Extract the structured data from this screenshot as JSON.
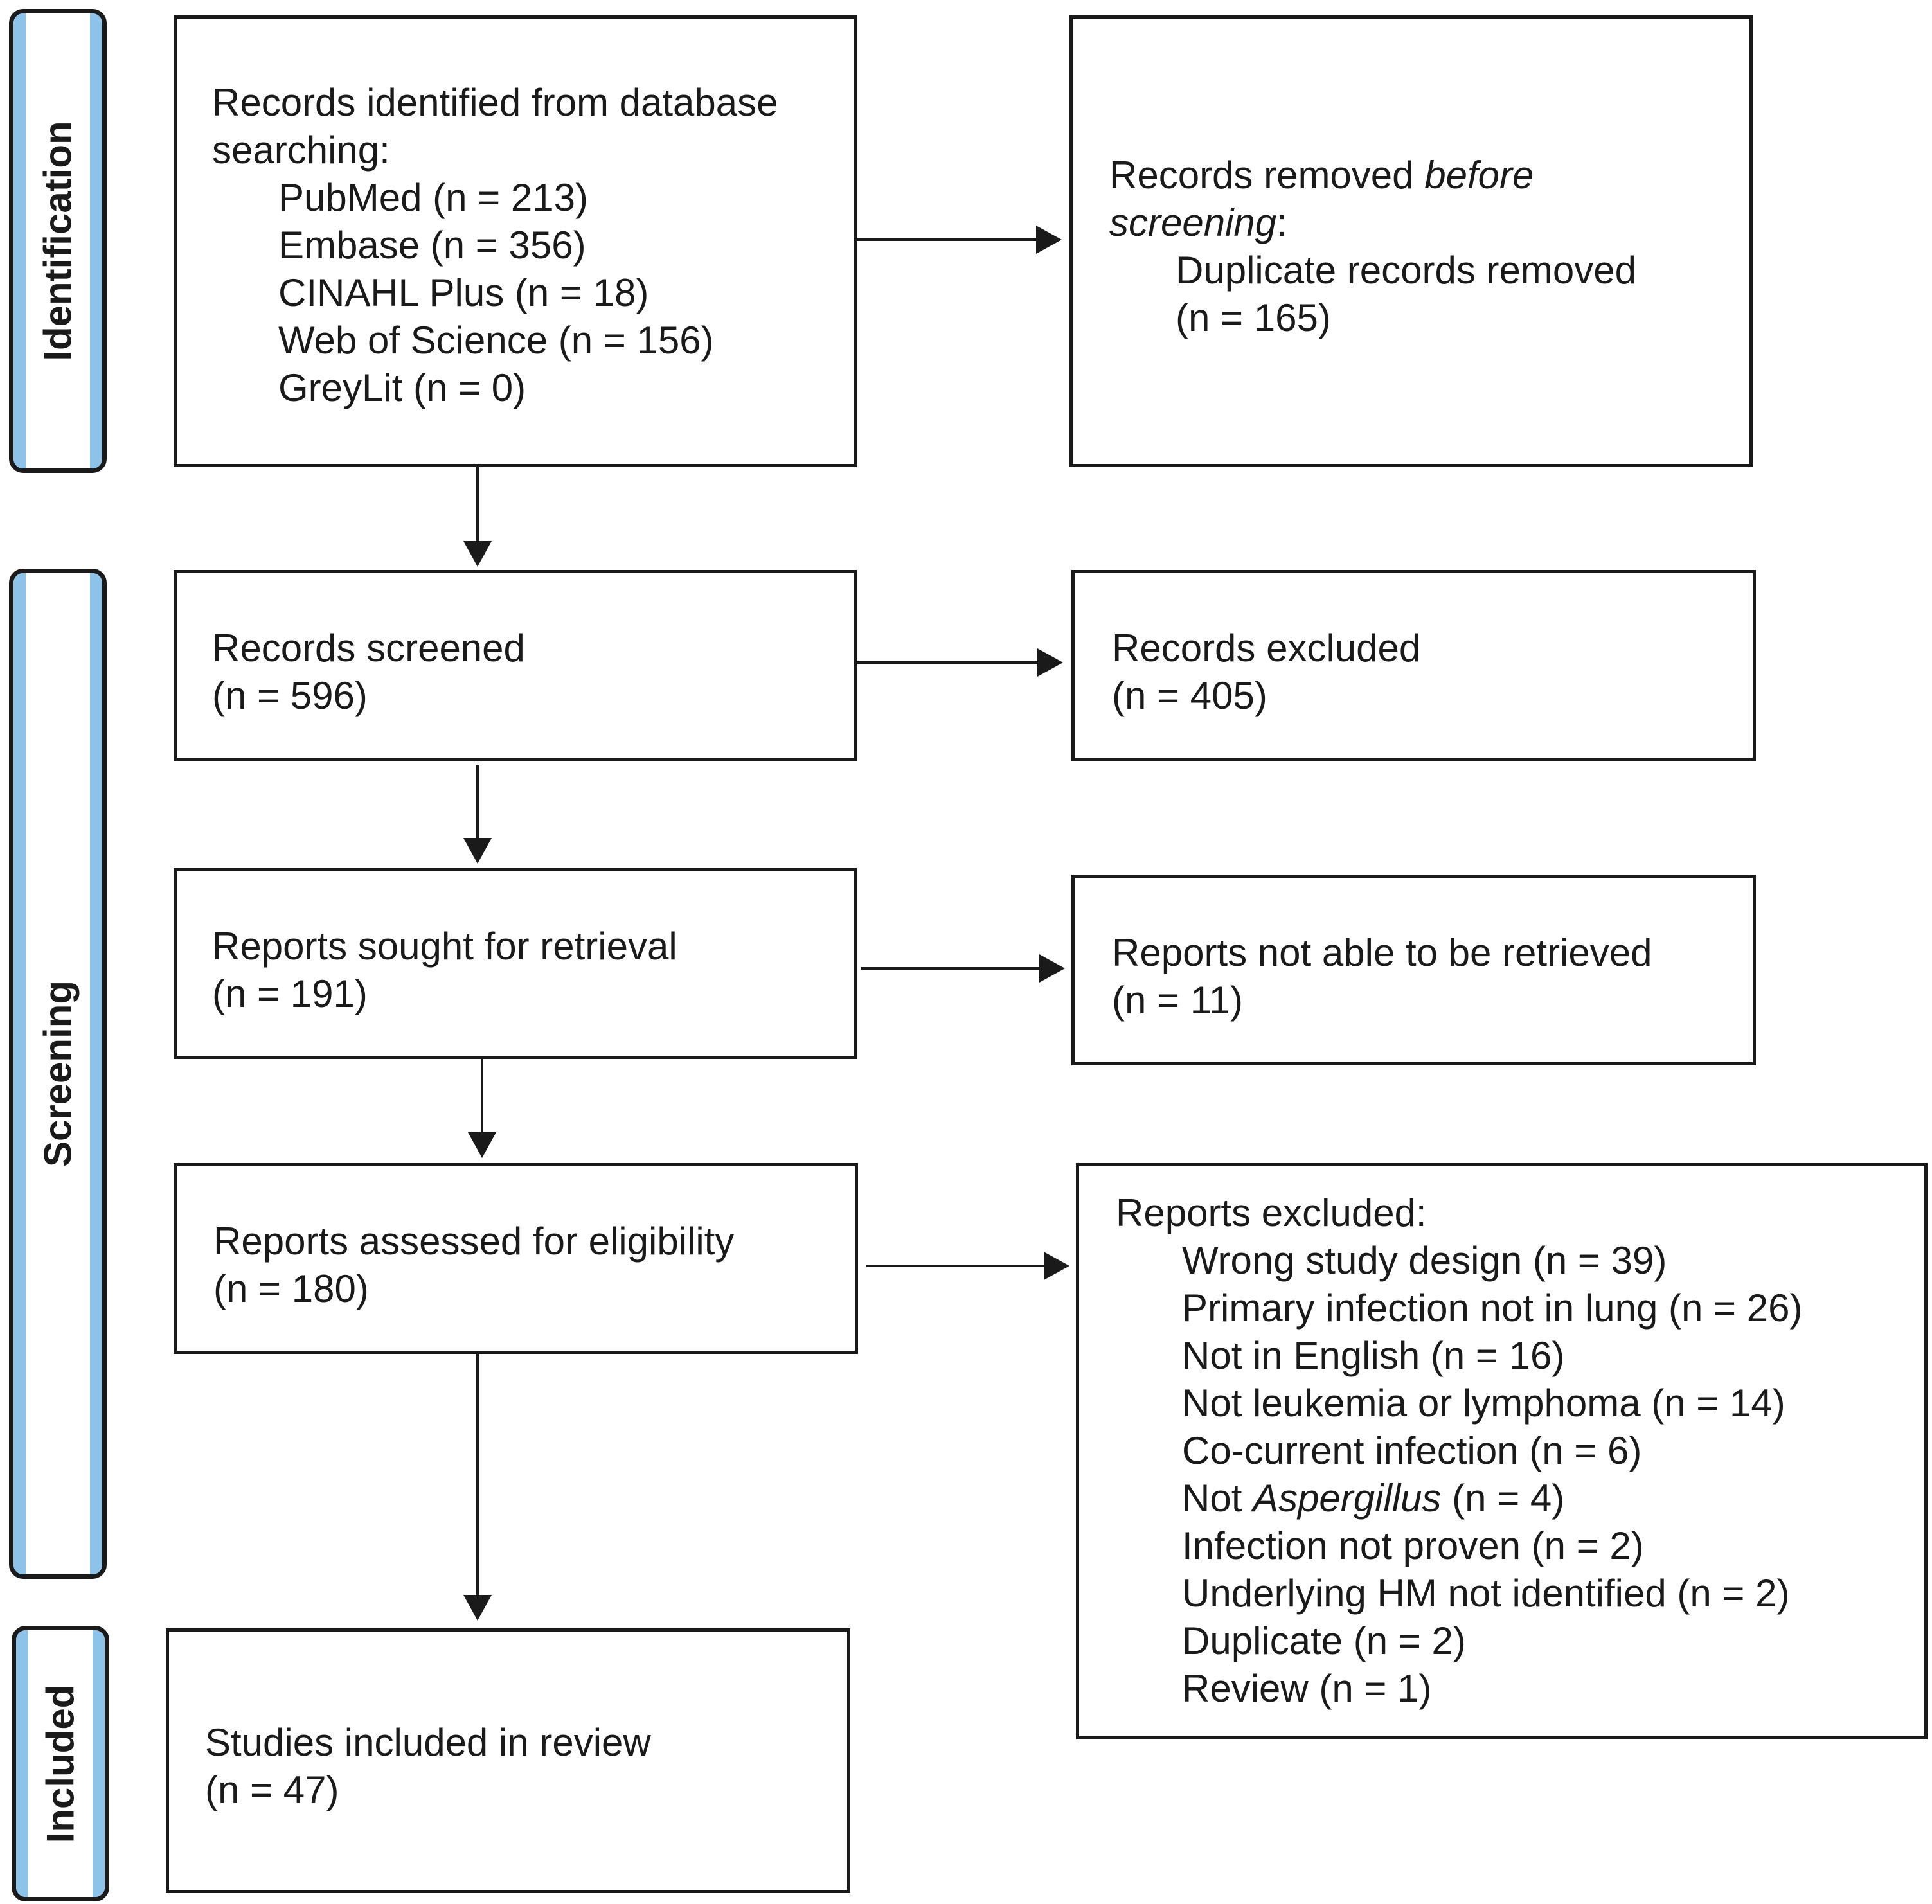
{
  "phases": {
    "identification": "Identification",
    "screening": "Screening",
    "included": "Included"
  },
  "identification": {
    "heading": "Records identified from database",
    "heading2": "searching:",
    "sources": [
      "PubMed (n = 213)",
      "Embase (n = 356)",
      "CINAHL Plus (n = 18)",
      "Web of Science (n = 156)",
      "GreyLit (n = 0)"
    ]
  },
  "removed": {
    "prefix": "Records removed ",
    "italic1": "before",
    "italic2": "screening",
    "colon": ":",
    "item": "Duplicate records removed",
    "count": "(n = 165)"
  },
  "screened": {
    "label": "Records screened",
    "count": "(n = 596)"
  },
  "excluded_records": {
    "label": "Records excluded",
    "count": "(n = 405)"
  },
  "sought": {
    "label": "Reports sought for retrieval",
    "count": "(n = 191)"
  },
  "not_retrieved": {
    "label": "Reports not able to be retrieved",
    "count": "(n = 11)"
  },
  "assessed": {
    "label": "Reports assessed for eligibility",
    "count": "(n = 180)"
  },
  "reports_excluded": {
    "heading": "Reports excluded:",
    "reasons": [
      "Wrong study design (n = 39)",
      "Primary infection not in lung (n = 26)",
      "Not in English (n = 16)",
      "Not leukemia or lymphoma (n = 14)",
      "Co-current infection (n = 6)",
      "",
      "Infection not proven (n = 2)",
      "Underlying HM not identified (n = 2)",
      "Duplicate (n = 2)",
      "Review (n = 1)"
    ],
    "aspergillus_prefix": "Not ",
    "aspergillus_italic": "Aspergillus",
    "aspergillus_suffix": " (n = 4)"
  },
  "included": {
    "label": "Studies included in review",
    "count": "(n = 47)"
  }
}
